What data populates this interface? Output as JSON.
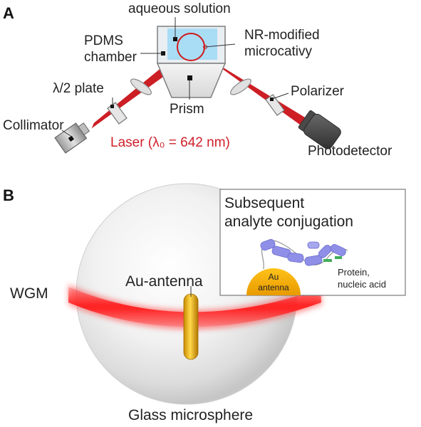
{
  "panel_a": {
    "letter": "A",
    "labels": {
      "aqueous_solution": "aqueous solution",
      "pdms_line1": "PDMS",
      "pdms_line2": "chamber",
      "nr_line1": "NR-modified",
      "nr_line2": "microcativy",
      "half_wave_plate": "λ/2 plate",
      "prism": "Prism",
      "polarizer": "Polarizer",
      "collimator": "Collimator",
      "laser": "Laser (λ₀ = 642 nm)",
      "photodetector": "Photodetector"
    },
    "colors": {
      "laser_beam": "#cc1e24",
      "laser_text": "#d0202a"
    }
  },
  "panel_b": {
    "letter": "B",
    "labels": {
      "wgm": "WGM",
      "au_antenna": "Au-antenna",
      "glass_microsphere": "Glass microsphere"
    },
    "inset": {
      "title_line1": "Subsequent",
      "title_line2": "analyte conjugation",
      "antenna_line1": "Au",
      "antenna_line2": "antenna",
      "molecule_line1": "Protein,",
      "molecule_line2": "nucleic acid"
    },
    "colors": {
      "wgm_band": "#ff2a2a",
      "antenna": "#f0b400",
      "protein": "#8f8fe8"
    }
  }
}
